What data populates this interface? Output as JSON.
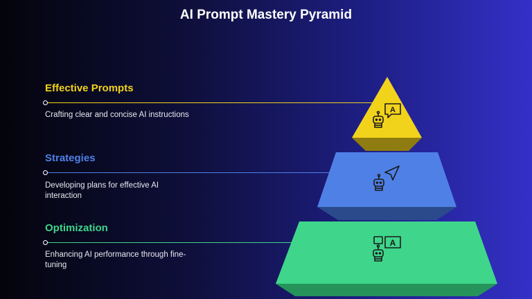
{
  "title": "AI Prompt Mastery Pyramid",
  "levels": [
    {
      "label": "Effective Prompts",
      "description": "Crafting clear and concise AI instructions",
      "color": "#f2d31b",
      "icon": "robot-chat-icon"
    },
    {
      "label": "Strategies",
      "description": "Developing plans for effective AI interaction",
      "color": "#4f80e6",
      "icon": "robot-navigate-icon"
    },
    {
      "label": "Optimization",
      "description": "Enhancing AI performance through fine-tuning",
      "color": "#3fd68b",
      "icon": "robot-chat-icon"
    }
  ]
}
